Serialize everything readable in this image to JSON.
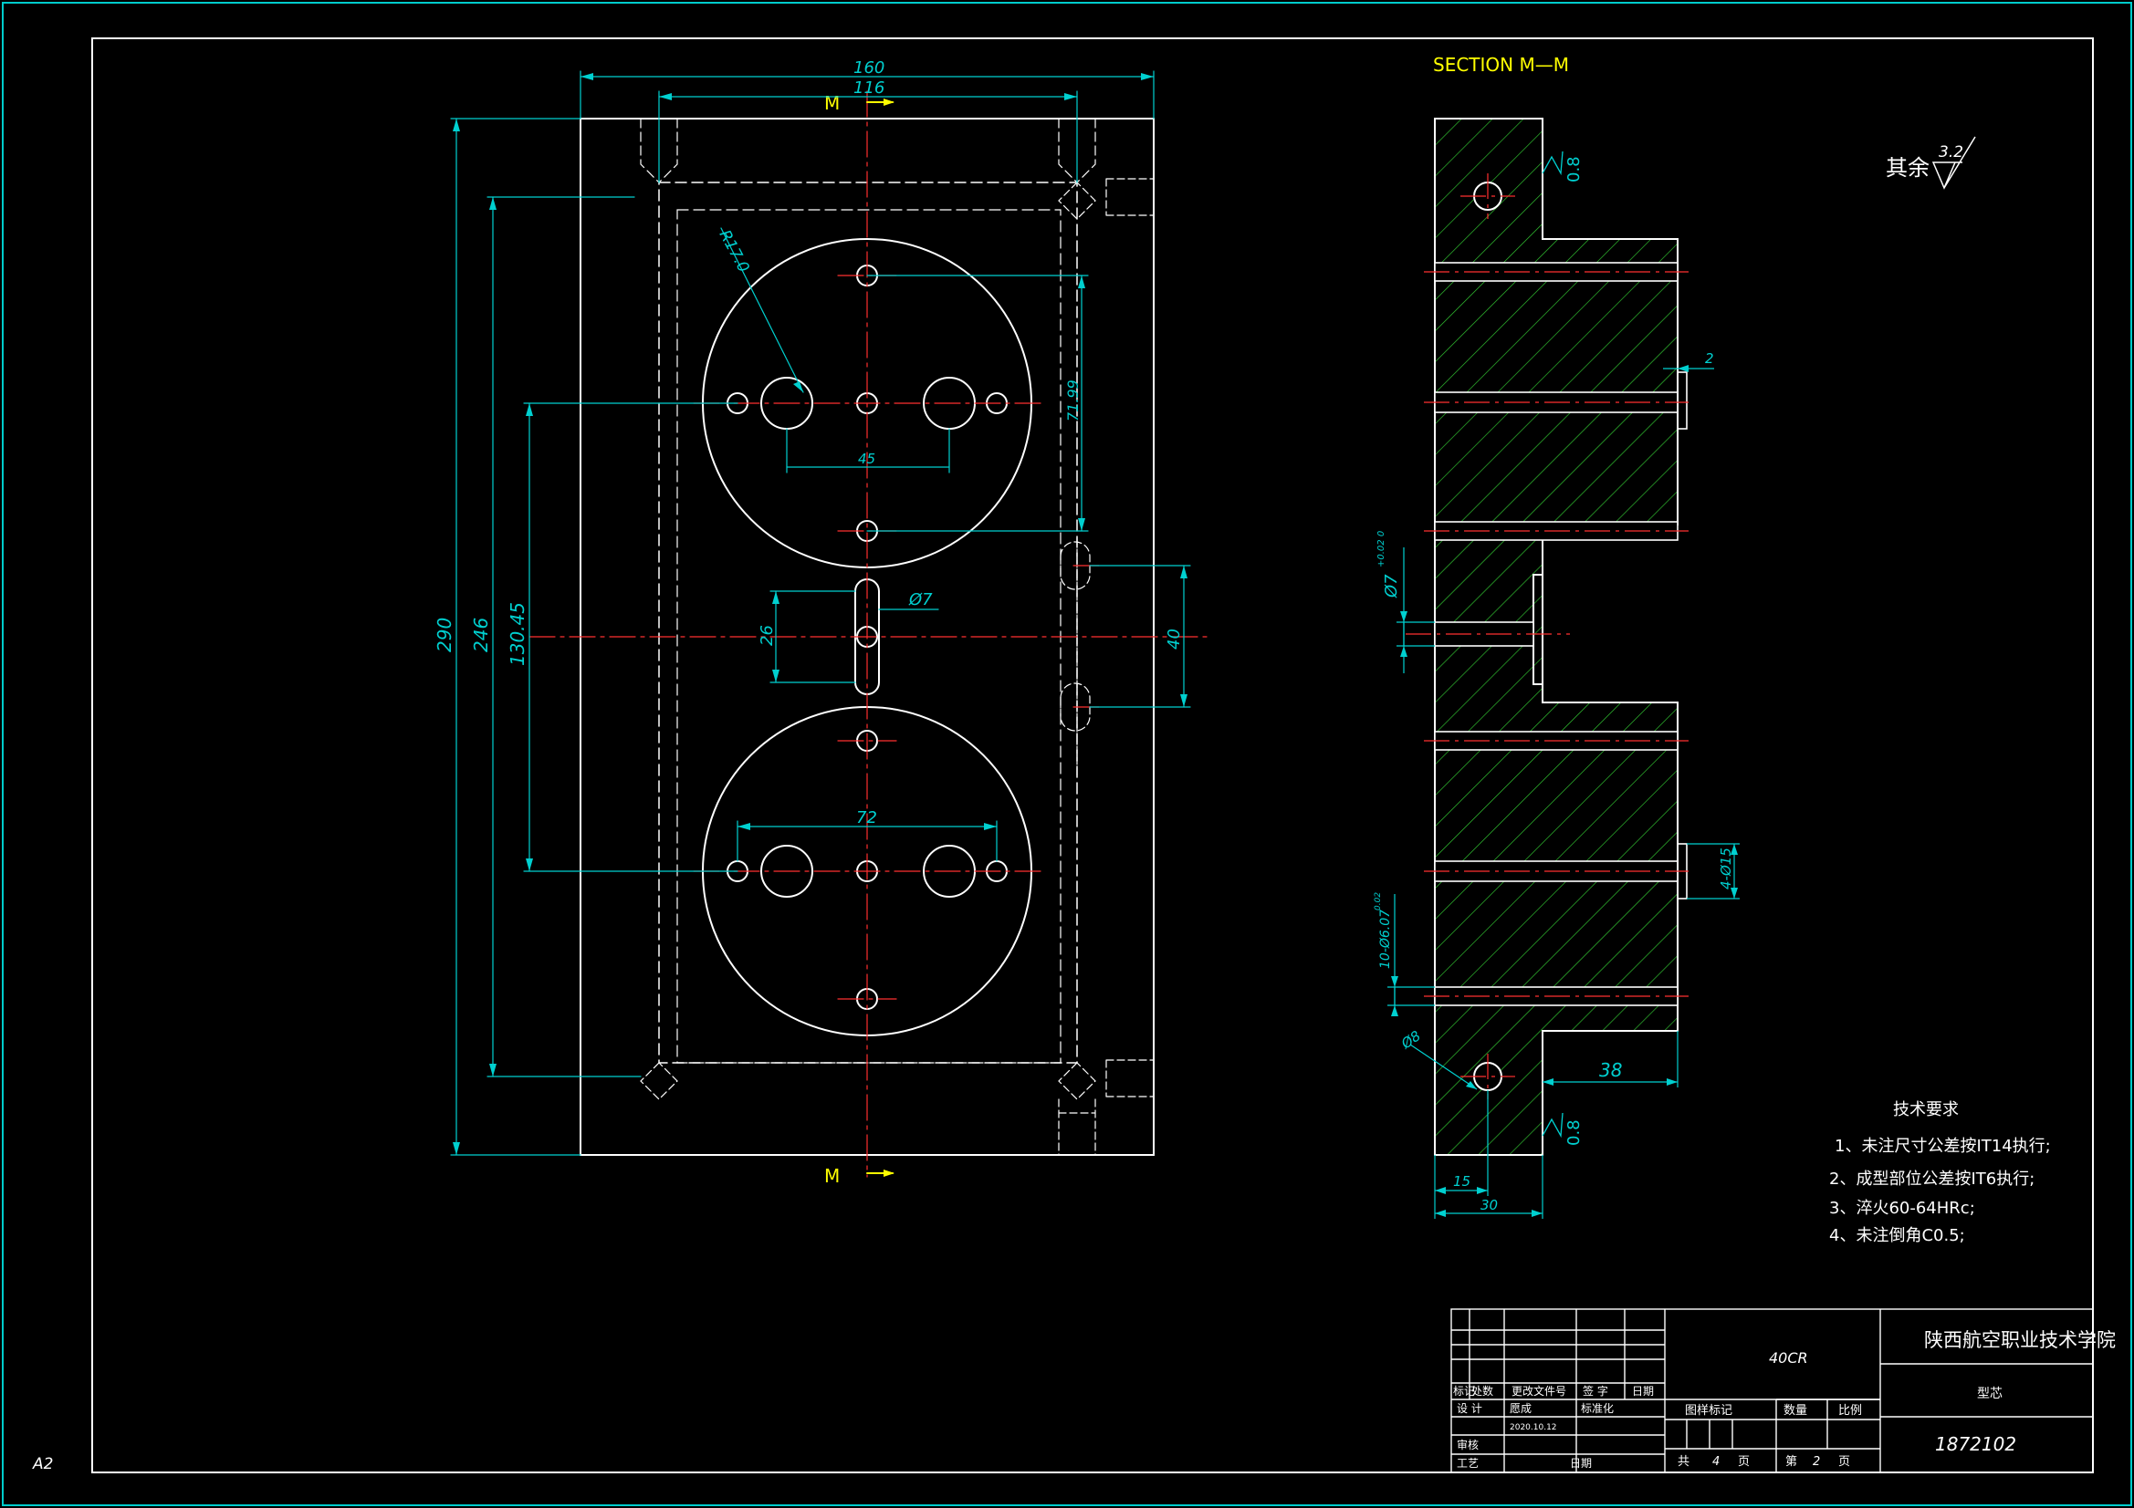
{
  "sheet": {
    "size_label": "A2"
  },
  "front_view": {
    "section_label": "M",
    "dims": {
      "overall_width": "160",
      "inner_width": "116",
      "overall_height": "290",
      "inner_height": "246",
      "center_distance": "130.45",
      "radius": "R17.0",
      "hole_spacing_vertical": "71.99",
      "hole_spacing_upper": "45",
      "hole_spacing_lower": "72",
      "slot_height": "26",
      "slot_diameter": "Ø7",
      "pin_spacing": "40"
    }
  },
  "section_view": {
    "title": "SECTION  M—M",
    "roughness_top": "0.8",
    "roughness_bottom": "0.8",
    "dims": {
      "step": "2",
      "bore": "Ø7",
      "bore_tol": "+0.02\n0",
      "holes": "10-Ø6.07",
      "holes_tol": "0.02",
      "pin_dia": "4-Ø15",
      "hole_dia": "Ø8",
      "depth": "38",
      "offset": "15",
      "thickness": "30"
    }
  },
  "roughness_note": {
    "label": "其余",
    "value": "3.2"
  },
  "tech_requirements": {
    "heading": "技术要求",
    "items": [
      "1、未注尺寸公差按IT14执行;",
      "2、成型部位公差按IT6执行;",
      "3、淬火60-64HRc;",
      "4、未注倒角C0.5;"
    ]
  },
  "title_block": {
    "material": "40CR",
    "school": "陕西航空职业技术学院",
    "part_name": "型芯",
    "drawing_no": "1872102",
    "rev_headers": [
      "标记",
      "处数",
      "更改文件号",
      "签 字",
      "日期"
    ],
    "design_label": "设 计",
    "designer": "愿成",
    "date": "2020.10.12",
    "standard_label": "标准化",
    "review_label": "审核",
    "process_label": "工艺",
    "date_label": "日期",
    "stage_label": "图样标记",
    "qty_label": "数量",
    "scale_label": "比例",
    "total_label": "共",
    "total_pages": "4",
    "page_unit": "页",
    "sheet_label": "第",
    "sheet_no": "2",
    "sheet_unit": "页"
  }
}
